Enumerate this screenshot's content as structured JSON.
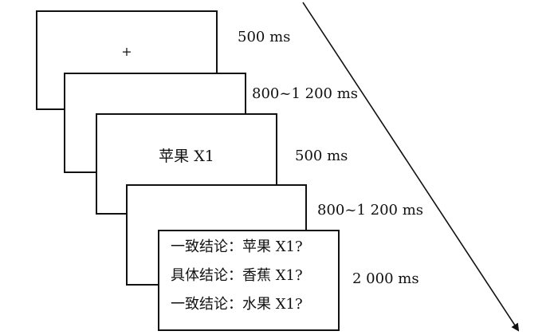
{
  "trial": {
    "screens": [
      {
        "content": "+"
      },
      {
        "content": ""
      },
      {
        "content": "苹果 X1"
      },
      {
        "content": ""
      },
      {
        "content_lines": [
          "一致结论：苹果 X1?",
          "具体结论：香蕉 X1?",
          "一致结论：水果 X1?"
        ]
      }
    ],
    "durations": [
      "500 ms",
      "800~1 200 ms",
      "500 ms",
      "800~1 200 ms",
      "2 000 ms"
    ]
  }
}
